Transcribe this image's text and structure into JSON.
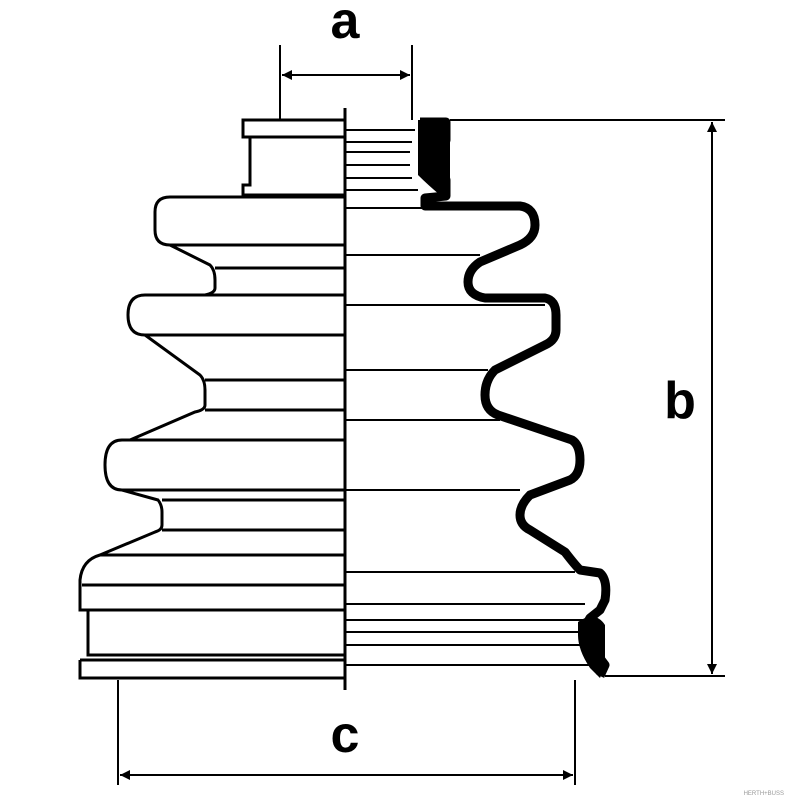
{
  "dimensions": {
    "a": "a",
    "b": "b",
    "c": "c"
  },
  "watermark": "HERTH+BUSS",
  "colors": {
    "line": "#000000",
    "background": "#ffffff"
  }
}
